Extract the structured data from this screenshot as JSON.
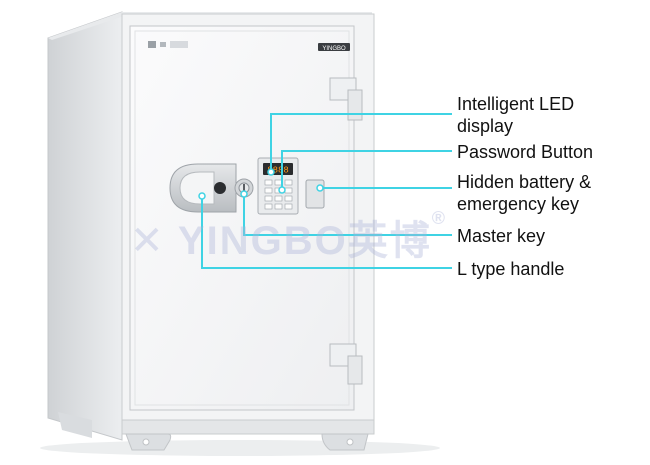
{
  "brand": {
    "door_logo": "YINGBO",
    "watermark": "YINGBO英博",
    "watermark_mark": "®",
    "watermark_color": "#aab4d7"
  },
  "colors": {
    "callout_line": "#3fd3e4",
    "safe_body": "#f2f3f4",
    "safe_side": "#e3e5e7",
    "display_digits": "#ff9a1a"
  },
  "callouts": [
    {
      "id": "led",
      "lines": [
        "Intelligent LED",
        "display"
      ]
    },
    {
      "id": "password",
      "lines": [
        "Password Button"
      ]
    },
    {
      "id": "battery",
      "lines": [
        "Hidden battery &",
        "emergency key"
      ]
    },
    {
      "id": "master-key",
      "lines": [
        "Master key"
      ]
    },
    {
      "id": "handle",
      "lines": [
        "L type handle"
      ]
    }
  ]
}
